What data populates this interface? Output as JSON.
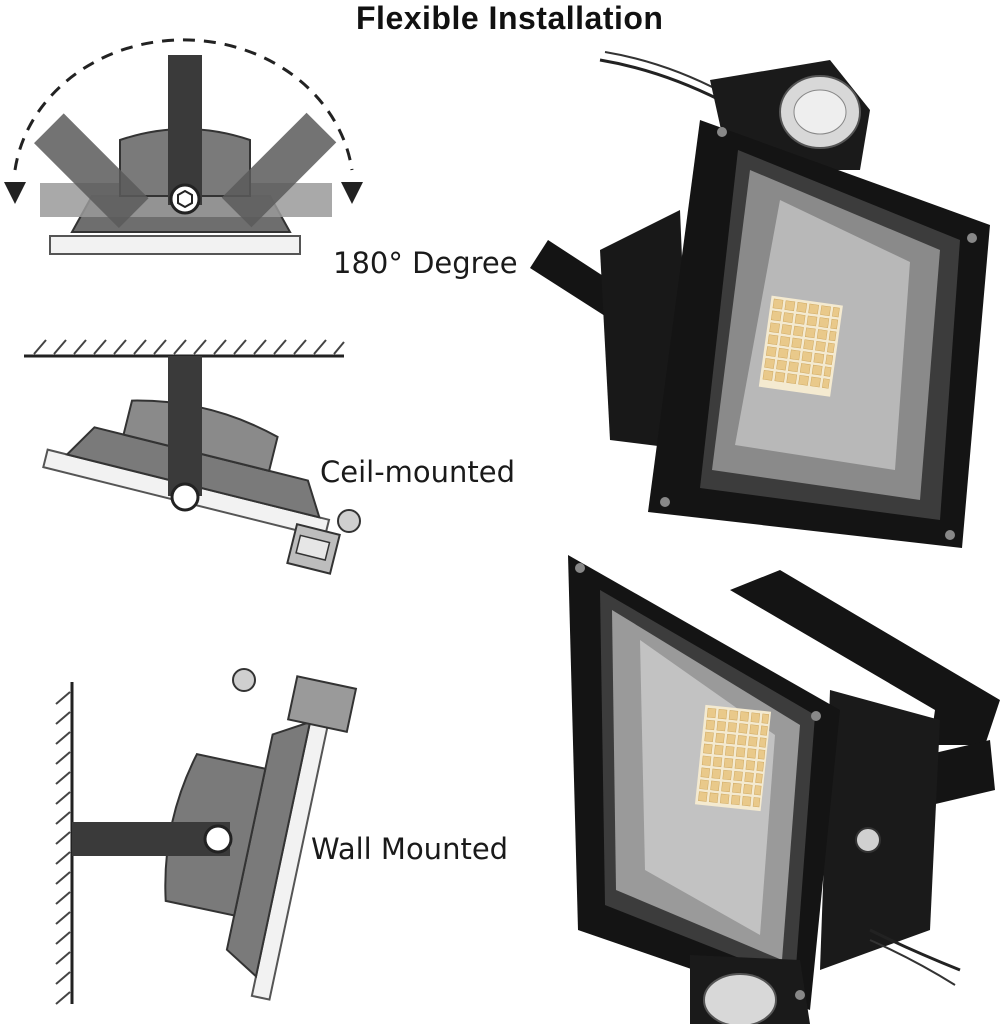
{
  "title": "Flexible Installation",
  "captions": {
    "rotation": "180° Degree",
    "ceiling": "Ceil-mounted",
    "wall": "Wall Mounted"
  },
  "colors": {
    "fixture_black": "#141414",
    "diagram_dark": "#3a3a3a",
    "diagram_mid": "#7d7d7d",
    "diagram_light": "#b0b0b0",
    "panel": "#e8e8e8",
    "led_warm": "#e9c98a"
  }
}
